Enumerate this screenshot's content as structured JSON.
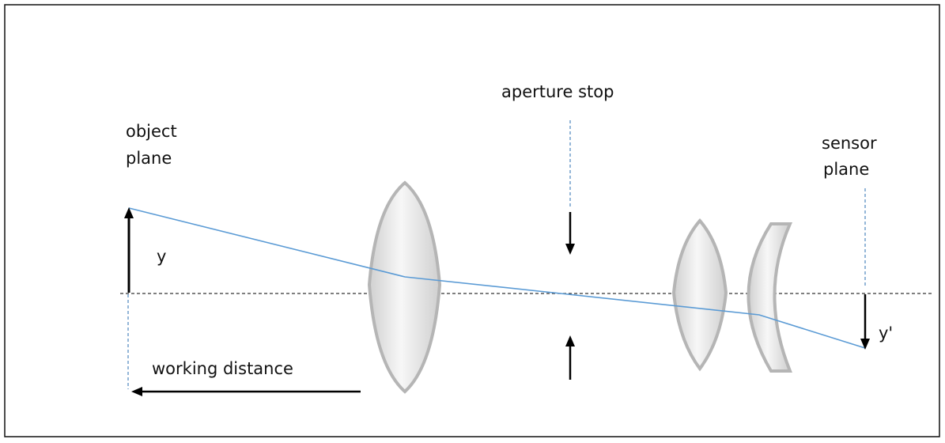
{
  "labels": {
    "object_plane_line1": "object",
    "object_plane_line2": "plane",
    "aperture_stop": "aperture stop",
    "sensor_plane_line1": "sensor",
    "sensor_plane_line2": "plane",
    "object_height": "y",
    "image_height": "y'",
    "working_distance": "working distance"
  },
  "colors": {
    "frame": "#111111",
    "ray": "#5b9bd5",
    "axis": "#333333",
    "guide": "#5b8fc4",
    "arrow": "#000000",
    "lens_edge": "#b5b5b5",
    "lens_light": "#f8f8f8",
    "lens_dark": "#d2d2d2"
  }
}
